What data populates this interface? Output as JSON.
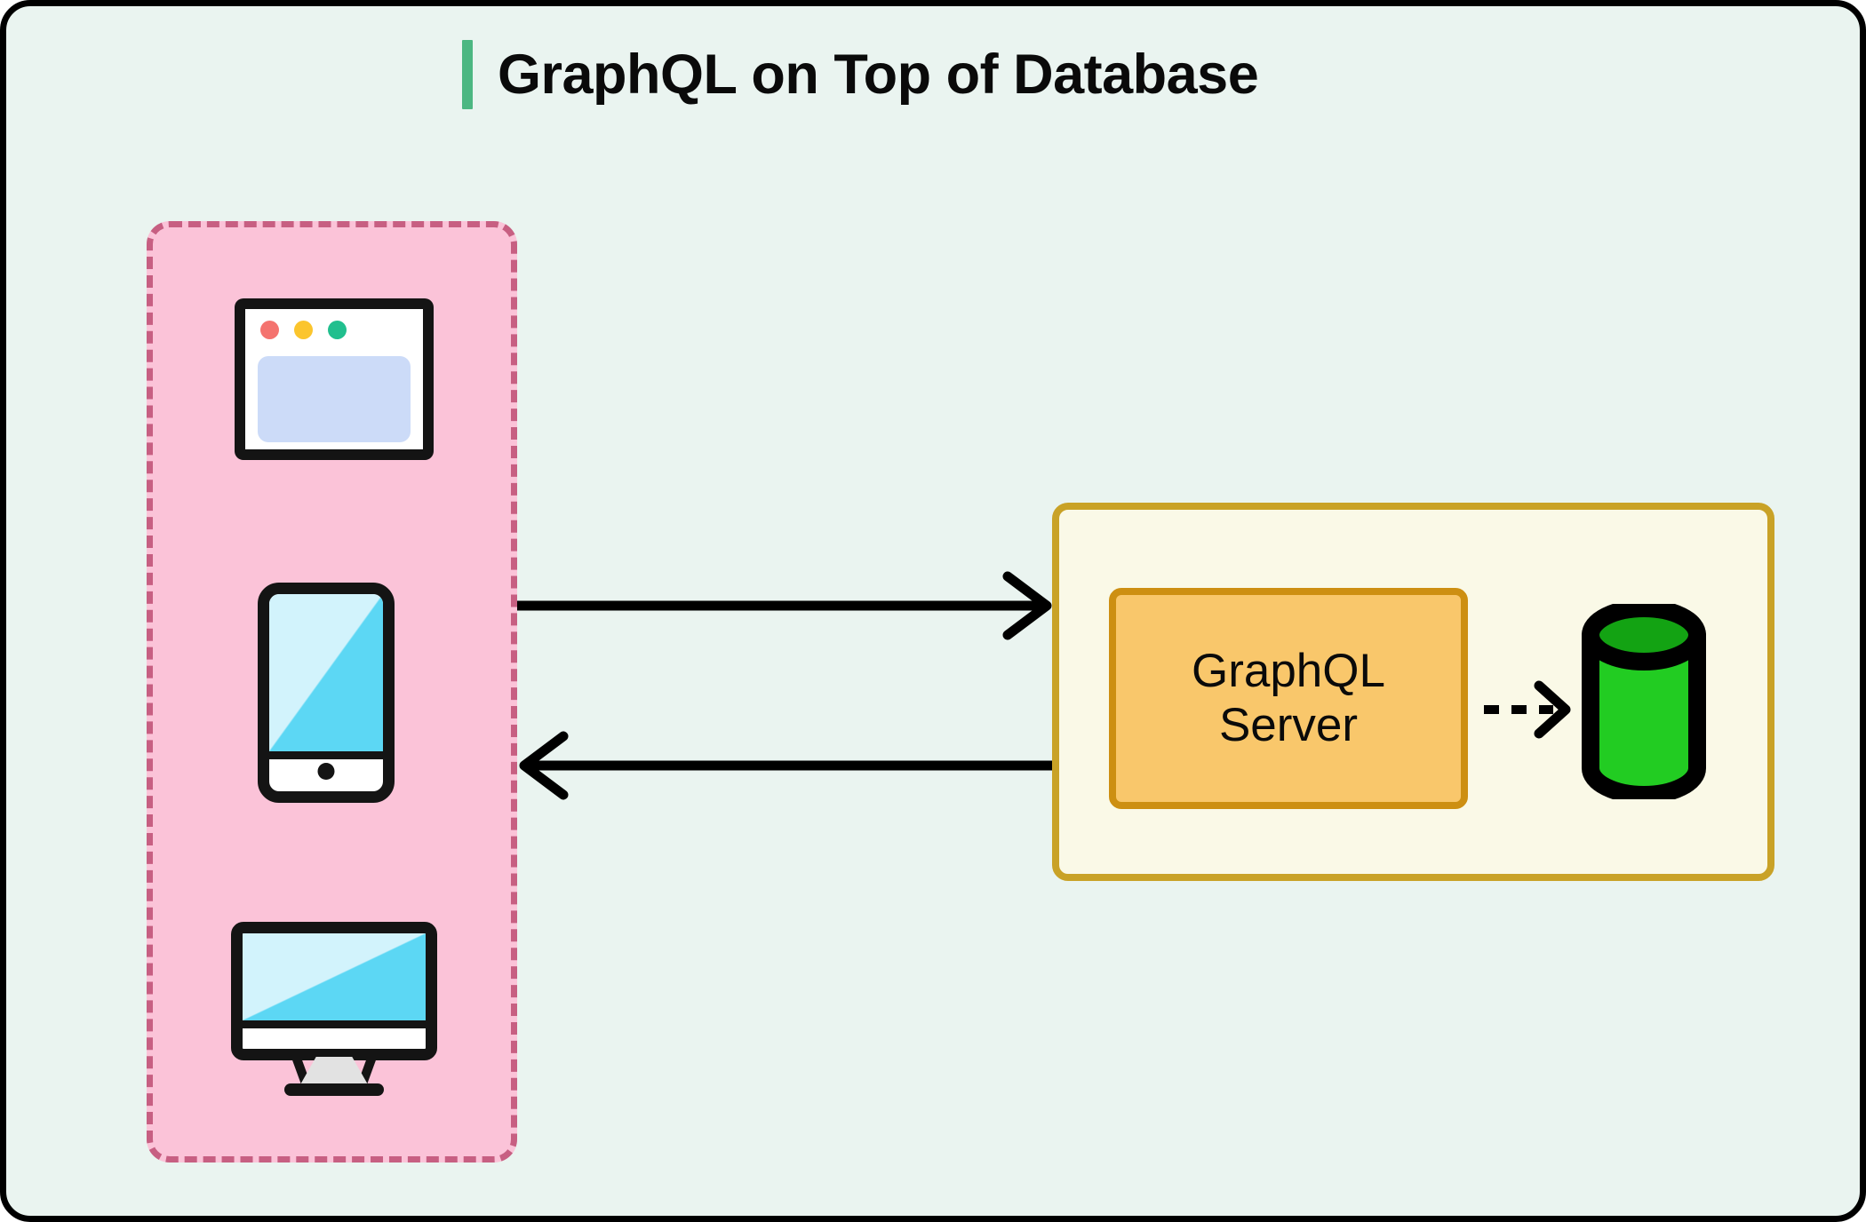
{
  "canvas": {
    "background_color": "#eaf4f0",
    "border_color": "#000000"
  },
  "header": {
    "title": "GraphQL on Top of Database",
    "accent_color": "#4cb782"
  },
  "client_group": {
    "name": "clients",
    "fill_color": "#fbc3d8",
    "border_color": "#c75f82",
    "border_style": "dashed",
    "devices": [
      {
        "name": "browser-window",
        "icon": "browser-window-icon",
        "dots": [
          "#f4736f",
          "#fbc52d",
          "#21bf8e"
        ],
        "viewport_color": "#ccdbf8"
      },
      {
        "name": "mobile-phone",
        "icon": "mobile-phone-icon",
        "screen_light": "#d2f3fc",
        "screen_dark": "#5cd7f4"
      },
      {
        "name": "desktop-monitor",
        "icon": "desktop-monitor-icon",
        "screen_light": "#d2f3fc",
        "screen_dark": "#5cd7f4",
        "stand_color": "#e2e2e2"
      }
    ]
  },
  "arrows": [
    {
      "name": "request-arrow",
      "direction": "right",
      "style": "solid",
      "from": "clients",
      "to": "graphql-server",
      "color": "#000000"
    },
    {
      "name": "response-arrow",
      "direction": "left",
      "style": "solid",
      "from": "graphql-server",
      "to": "clients",
      "color": "#000000"
    },
    {
      "name": "server-to-database-arrow",
      "direction": "right",
      "style": "dashed",
      "from": "graphql-server",
      "to": "database",
      "color": "#000000"
    }
  ],
  "server_panel": {
    "fill_color": "#faf9e7",
    "border_color": "#c9a227",
    "server_box": {
      "label": "GraphQL\nServer",
      "fill_color": "#f9c76b",
      "border_color": "#cd8f12"
    },
    "database": {
      "name": "database",
      "icon": "database-cylinder-icon",
      "body_color": "#22cc22",
      "top_color": "#13a313",
      "outline_color": "#000000"
    }
  }
}
